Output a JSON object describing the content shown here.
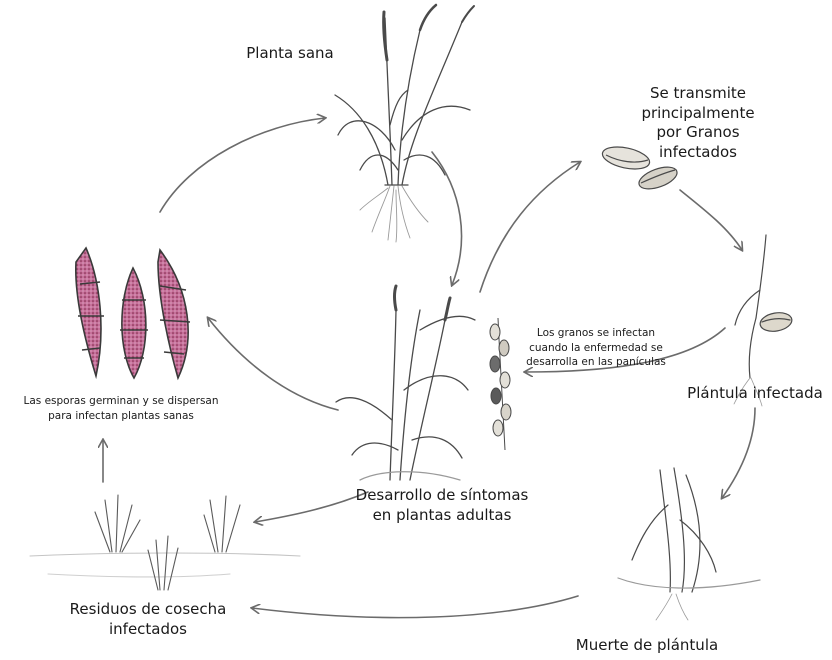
{
  "stages": {
    "healthy_plant": {
      "line1": "Planta sana"
    },
    "seed_transmission": {
      "line1": "Se transmite",
      "line2": "principalmente",
      "line3": "por Granos",
      "line4": "infectados"
    },
    "infected_seedling": {
      "line1": "Plántula infectada"
    },
    "seedling_death": {
      "line1": "Muerte de plántula"
    },
    "infected_residue": {
      "line1": "Residuos de cosecha",
      "line2": "infectados"
    },
    "spores": {
      "line1": "Las esporas germinan y se dispersan",
      "line2": "para infectan plantas sanas"
    },
    "adult_symptoms": {
      "line1": "Desarrollo de síntomas",
      "line2": "en plantas adultas"
    },
    "grain_infection": {
      "line1": "Los granos se infectan",
      "line2": "cuando la enfermedad se",
      "line3": "desarrolla en las panículas"
    }
  },
  "colors": {
    "ink": "#4a4a4a",
    "arrow": "#6b6b6b",
    "spore_fill": "#b0587a",
    "spore_dark": "#7a2443",
    "text": "#1a1a1a"
  },
  "icons": [
    "healthy-plant-icon",
    "infected-seeds-icon",
    "infected-seedling-icon",
    "dead-seedling-icon",
    "crop-residue-icon",
    "spores-icon",
    "adult-plant-icon",
    "infected-panicle-icon"
  ]
}
